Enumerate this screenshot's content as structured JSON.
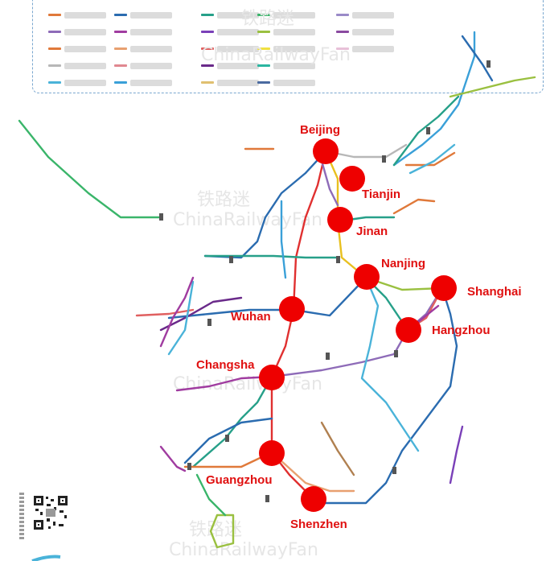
{
  "map": {
    "watermark_cn": "铁路迷",
    "watermark_en": "ChinaRailwayFan",
    "legend_colors": [
      "#e0793a",
      "#8e6bb8",
      "#e0793a",
      "#b7b7b7",
      "#4ab3d9",
      "#2b6cb0",
      "#a03ca0",
      "#e8a070",
      "#e08890",
      "#3aa0d8",
      "#27a089",
      "#7a40b8",
      "#e06060",
      "#6a2a8a",
      "#e0c070",
      "#3ab56a",
      "#9ac040",
      "#f0e040",
      "#2ab5a0",
      "#4a6aa0",
      "#9a8ac8",
      "#8a4aa0",
      "#e8c0d8"
    ],
    "cities": [
      {
        "name": "Beijing"
      },
      {
        "name": "Tianjin"
      },
      {
        "name": "Jinan"
      },
      {
        "name": "Nanjing"
      },
      {
        "name": "Shanghai"
      },
      {
        "name": "Wuhan"
      },
      {
        "name": "Hangzhou"
      },
      {
        "name": "Changsha"
      },
      {
        "name": "Guangzhou"
      },
      {
        "name": "Shenzhen"
      }
    ]
  }
}
